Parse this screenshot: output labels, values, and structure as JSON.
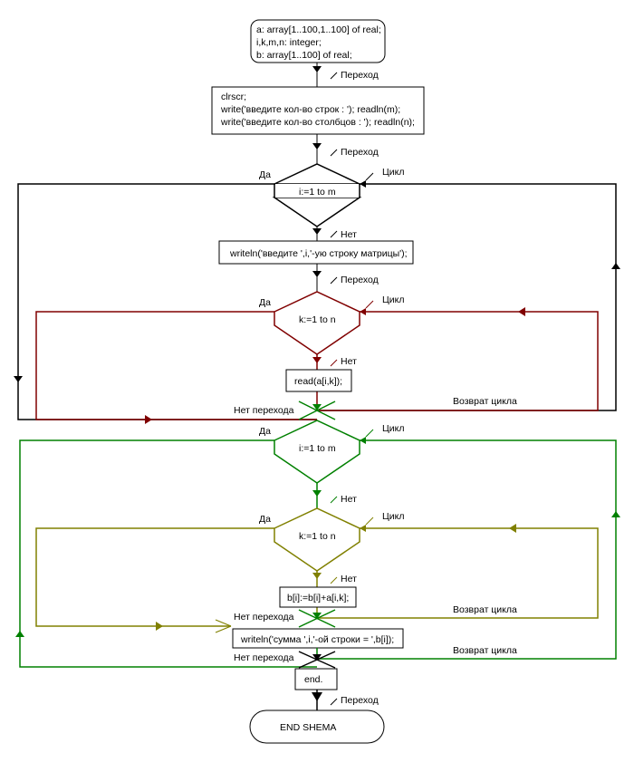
{
  "colors": {
    "black": "#000000",
    "maroon": "#800000",
    "green": "#008000",
    "olive": "#808000"
  },
  "labels": {
    "transition": "Переход",
    "yes": "Да",
    "no": "Нет",
    "loop": "Цикл",
    "loop_return": "Возврат цикла",
    "no_transition": "Нет перехода"
  },
  "blocks": {
    "declarations": [
      "a: array[1..100,1..100] of real;",
      "i,k,m,n: integer;",
      "b: array[1..100] of real;"
    ],
    "input_block": [
      "clrscr;",
      "write('введите кол-во строк :     '); readln(m);",
      "write('введите кол-во столбцов : '); readln(n);"
    ],
    "loop1_condition": "i:=1 to m",
    "writeln_prompt": "writeln('введите ',i,'-ую строку матрицы');",
    "loop2_condition": "k:=1 to n",
    "read_stmt": "read(a[i,k]);",
    "loop3_condition": "i:=1 to m",
    "loop4_condition": "k:=1 to n",
    "sum_stmt": "b[i]:=b[i]+a[i,k];",
    "writeln_sum": "writeln('сумма ',i,'-ой строки = ',b[i]);",
    "end_stmt": "end.",
    "terminator": "END SHEMA"
  }
}
